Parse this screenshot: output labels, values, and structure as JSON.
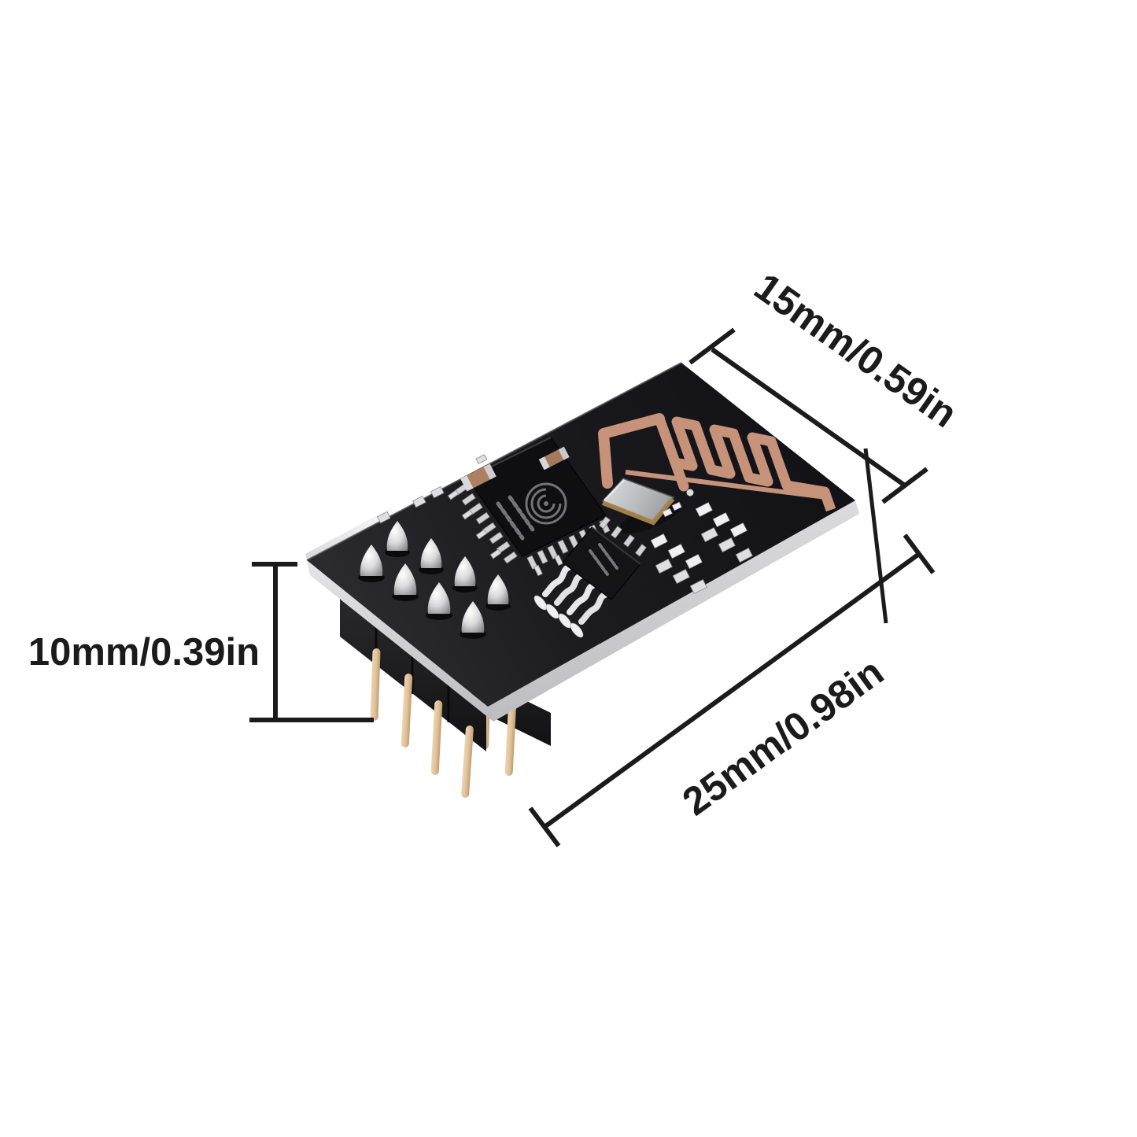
{
  "scene": {
    "description": "ESP-01 ESP8266 WiFi module product photo with size annotations",
    "background_color": "#ffffff"
  },
  "annotations": {
    "text_color": "#1b1b1b",
    "line_color": "#1b1b1b",
    "width_label": "15mm/0.59in",
    "height_label": "10mm/0.39in",
    "length_label": "25mm/0.98in"
  },
  "module": {
    "board_color": "#1b1b1f",
    "board_edge_color": "#cfcfd3",
    "antenna_copper_color": "#c6937a",
    "solder_color": "#dcdcde",
    "pin_color": "#dfc19c",
    "header_plastic_color": "#1a1a1c",
    "esp_chip_color": "#0f0f12",
    "flash_chip_color": "#141417",
    "crystal_color": "#c3c4c7",
    "crystal_trim_color": "#a8854e",
    "capacitor_color": "#ad7f60"
  }
}
